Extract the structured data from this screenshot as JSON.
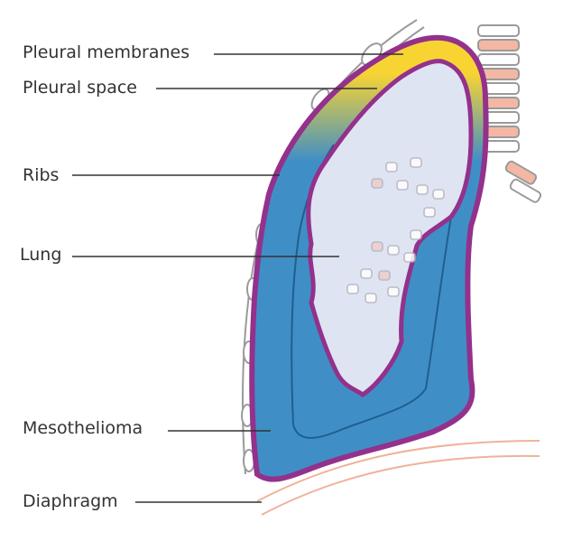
{
  "labels": {
    "pleural_membranes": "Pleural membranes",
    "pleural_space": "Pleural space",
    "ribs": "Ribs",
    "lung": "Lung",
    "mesothelioma": "Mesothelioma",
    "diaphragm": "Diaphragm"
  },
  "colors": {
    "membrane": "#93318c",
    "tumor": "#3f8fc6",
    "fluid": "#f8d433",
    "lung": "#dfe4f3",
    "diaphragm": "#f0b29a",
    "outline": "#8a8a8a"
  }
}
